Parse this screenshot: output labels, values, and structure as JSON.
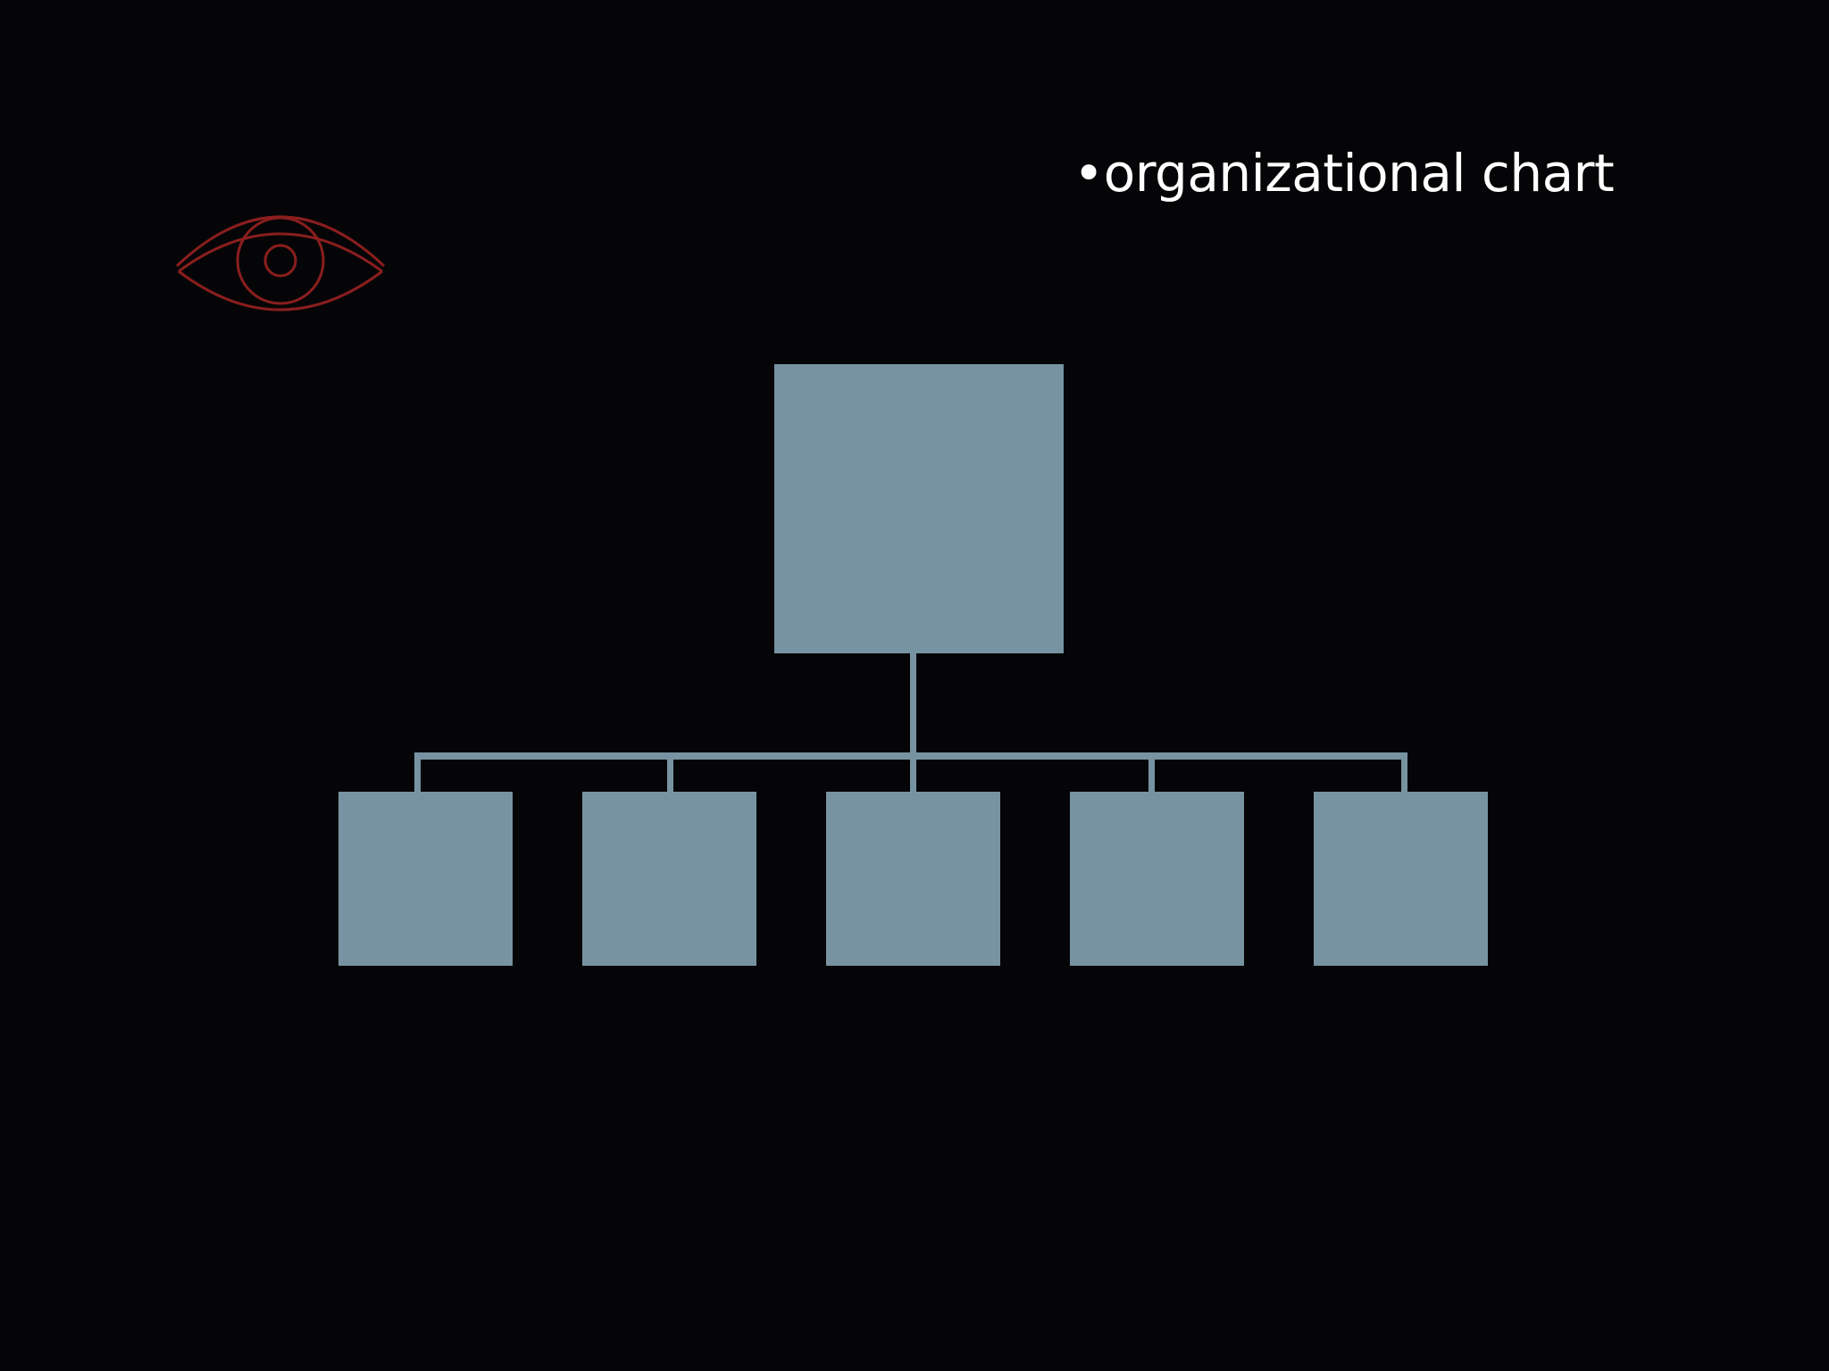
{
  "slide": {
    "title": "•organizational chart"
  },
  "icons": {
    "eye": "eye-icon"
  },
  "colors": {
    "background": "#050507",
    "box_fill": "#7793a1",
    "eye_stroke": "#8b1e1e",
    "title_text": "#ffffff"
  },
  "diagram": {
    "type": "org-chart",
    "levels": [
      {
        "level": 0,
        "box_count": 1
      },
      {
        "level": 1,
        "box_count": 5
      }
    ]
  }
}
